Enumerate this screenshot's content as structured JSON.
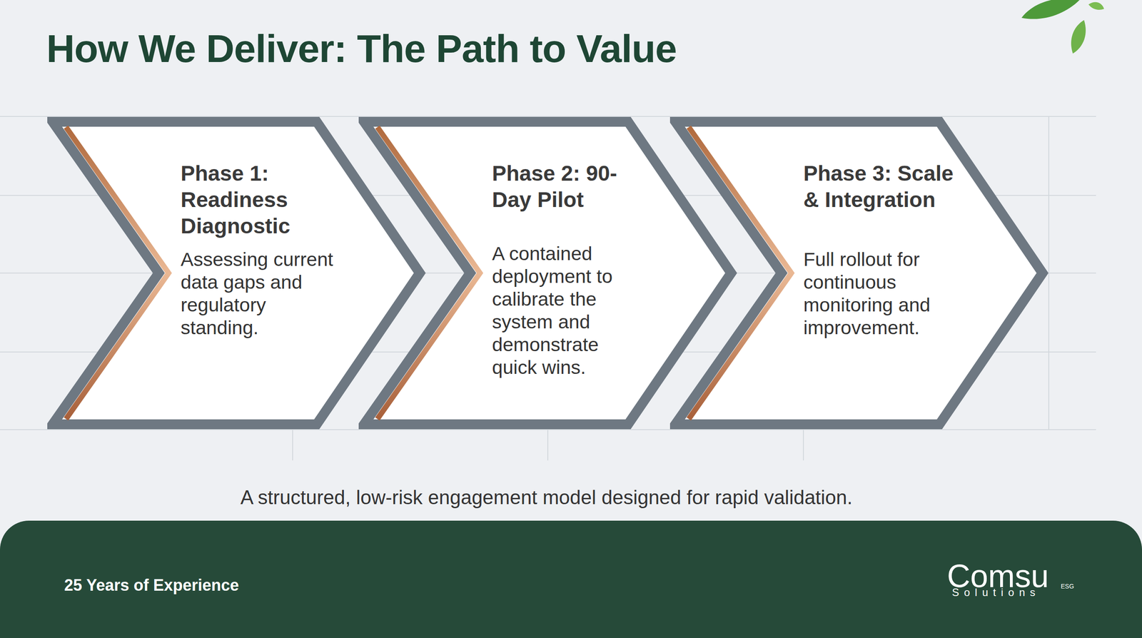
{
  "diagram": {
    "title": "How We Deliver: The Path to Value",
    "caption": "A structured, low-risk engagement model designed for rapid validation.",
    "nodes": [
      {
        "text": [
          "Phase 1: Readiness Diagnostic",
          "Assessing current data gaps and regulatory standing."
        ]
      },
      {
        "text": [
          "Phase 2: 90-Day Pilot",
          "A contained deployment to calibrate the system and demonstrate quick wins."
        ]
      },
      {
        "text": [
          "Phase 3: Scale & Integration",
          "Full rollout for continuous monitoring and improvement."
        ]
      },
      {
        "text": [
          "25 Years of Experience"
        ]
      }
    ],
    "labels": [
      "Comsu",
      "Solutions",
      "ESG"
    ]
  }
}
